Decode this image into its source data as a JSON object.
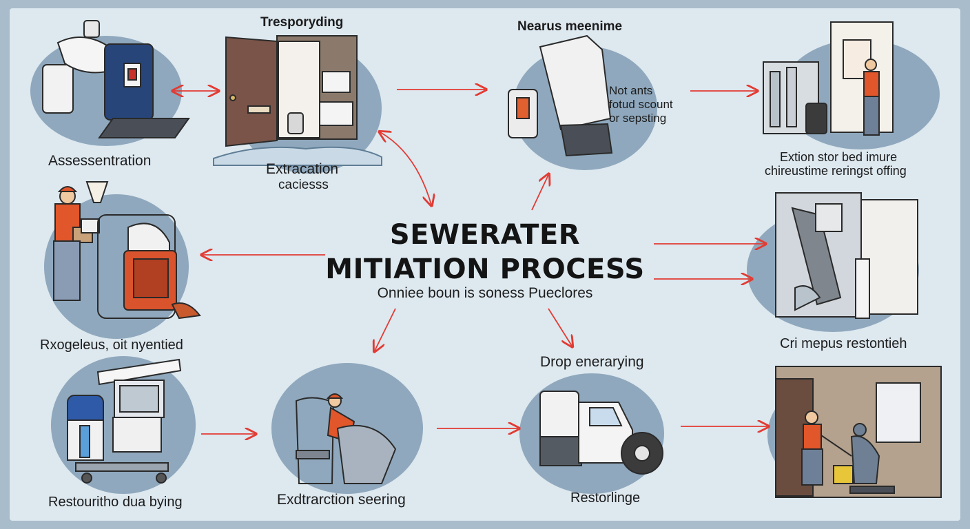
{
  "title": {
    "line1": "SEWERATER",
    "line2": "MITIATION PROCESS"
  },
  "subtitle": "Onniee boun is soness Pueclores",
  "steps": {
    "assessment": "Assessentration",
    "transporting": "Tresporyding",
    "extraction_top": "Extracation",
    "extraction_top2": "caciesss",
    "nearus": "Nearus meenime",
    "not_ants_1": "Not ants",
    "not_ants_2": "fotud scount",
    "not_ants_3": "or sepsting",
    "extion_1": "Extion stor bed imure",
    "extion_2": "chireustime reringst offing",
    "rxogeleus": "Rxogeleus, oit nyentied",
    "cri_mepus": "Cri mepus restontieh",
    "restouritho": "Restouritho dua bying",
    "extraction_seering": "Exdtrarction seering",
    "drop": "Drop enerarying",
    "restoring": "Restorlinge"
  },
  "colors": {
    "arrow": "#e23b33",
    "accent_orange": "#e0562a",
    "panel_bg": "#dde8ef",
    "blob": "#8fa8bd"
  },
  "icons": [
    "toilet-machine-icon",
    "door-icon",
    "toilet-tank-icon",
    "pipe-worker-icon",
    "worker-tablet-icon",
    "pump-unit-icon",
    "air-scrubber-icon",
    "worker-cleaning-icon",
    "vacuum-truck-icon",
    "workers-mopping-icon"
  ]
}
